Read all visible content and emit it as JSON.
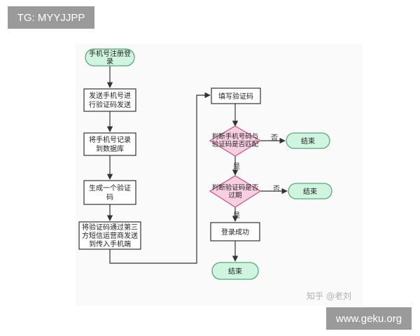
{
  "watermarks": {
    "top_left": "TG: MYYJJPP",
    "bottom_right": "www.geku.org",
    "credit": "知乎 @老刘"
  },
  "colors": {
    "start_fill": "#cff5e0",
    "start_stroke": "#55aa77",
    "decision_fill": "#f6cfe0",
    "decision_stroke": "#cc5588",
    "process_fill": "#ffffff",
    "line": "#333333"
  },
  "nodes": {
    "start": [
      "手机号注册登",
      "录"
    ],
    "send_phone": [
      "发送手机号进",
      "行验证码发送"
    ],
    "save_phone": [
      "将手机号记录",
      "到数据库"
    ],
    "gen_code": [
      "生成一个验证",
      "码"
    ],
    "send_code": [
      "将验证码通过第三",
      "方短信运营商发送",
      "到传入手机端"
    ],
    "fill_code": [
      "填写验证码"
    ],
    "check_match": [
      "判断手机号码与",
      "验证码是否匹配"
    ],
    "end_1": [
      "结束"
    ],
    "check_expire": [
      "判断验证码是否",
      "过期"
    ],
    "end_2": [
      "结束"
    ],
    "login_ok": [
      "登录成功"
    ],
    "end_3": [
      "结束"
    ]
  },
  "edges": {
    "no_1": "否",
    "yes_1": "是",
    "no_2": "否",
    "yes_2": "是"
  }
}
